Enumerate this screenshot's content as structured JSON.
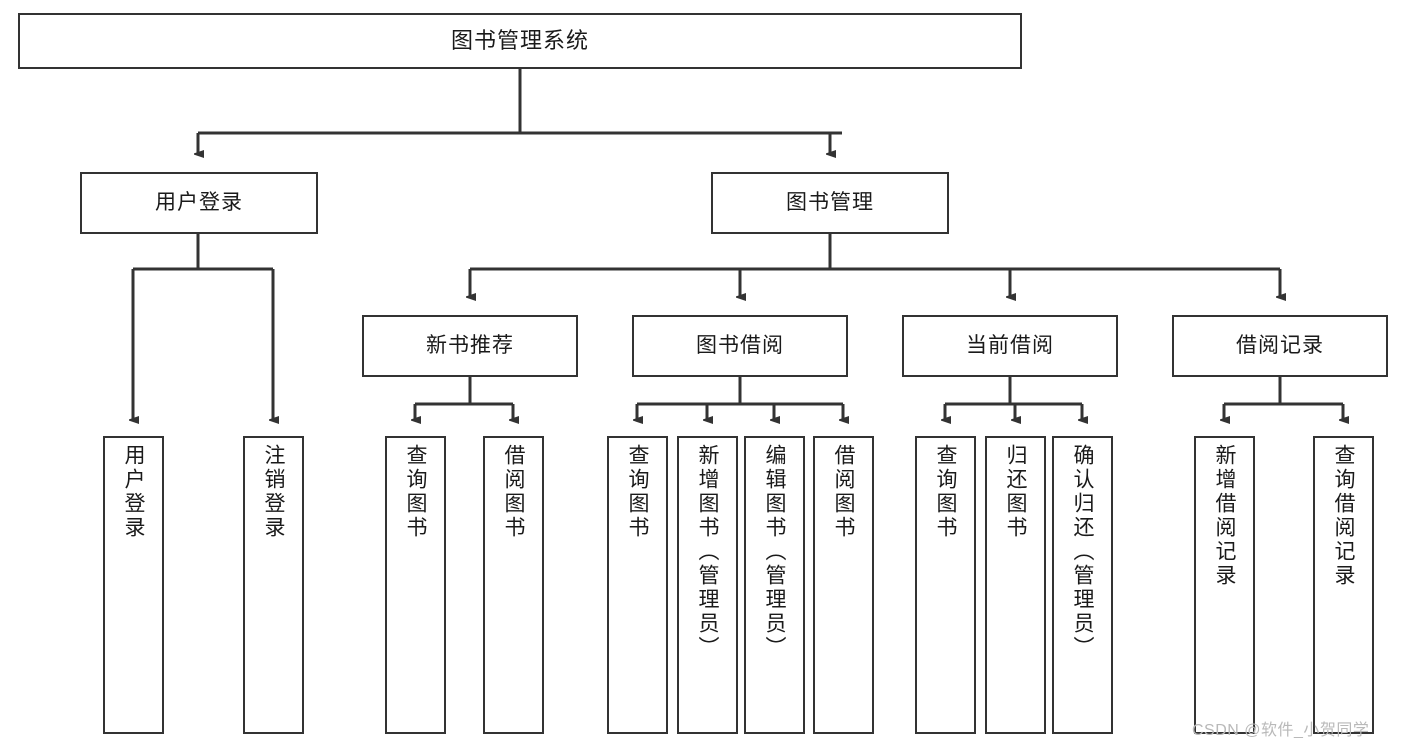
{
  "diagram": {
    "title": "图书管理系统",
    "type": "tree",
    "orientation": "top-down",
    "colors": {
      "box_border": "#333333",
      "box_fill": "#ffffff",
      "edge": "#333333",
      "text": "#1a1a1a",
      "watermark": "#b9b9b9",
      "background": "#ffffff"
    },
    "nodes": {
      "root": {
        "label": "图书管理系统",
        "level": 0
      },
      "level1": [
        {
          "id": "user-login",
          "label": "用户登录"
        },
        {
          "id": "book-manage",
          "label": "图书管理"
        }
      ],
      "level2": [
        {
          "id": "new-book-recommend",
          "label": "新书推荐",
          "parent": "book-manage"
        },
        {
          "id": "book-borrow",
          "label": "图书借阅",
          "parent": "book-manage"
        },
        {
          "id": "current-borrow",
          "label": "当前借阅",
          "parent": "book-manage"
        },
        {
          "id": "borrow-record",
          "label": "借阅记录",
          "parent": "book-manage"
        }
      ],
      "leaves": [
        {
          "id": "leaf-user-login",
          "label": "用户登录",
          "parent": "user-login"
        },
        {
          "id": "leaf-logout-login",
          "label": "注销登录",
          "parent": "user-login"
        },
        {
          "id": "leaf-query-book-1",
          "label": "查询图书",
          "parent": "new-book-recommend"
        },
        {
          "id": "leaf-borrow-book-1",
          "label": "借阅图书",
          "parent": "new-book-recommend"
        },
        {
          "id": "leaf-query-book-2",
          "label": "查询图书",
          "parent": "book-borrow"
        },
        {
          "id": "leaf-add-book",
          "label": "新增图书（管理员）",
          "parent": "book-borrow"
        },
        {
          "id": "leaf-edit-book",
          "label": "编辑图书（管理员）",
          "parent": "book-borrow"
        },
        {
          "id": "leaf-borrow-book-2",
          "label": "借阅图书",
          "parent": "book-borrow"
        },
        {
          "id": "leaf-query-book-3",
          "label": "查询图书",
          "parent": "current-borrow"
        },
        {
          "id": "leaf-return-book",
          "label": "归还图书",
          "parent": "current-borrow"
        },
        {
          "id": "leaf-confirm-return",
          "label": "确认归还（管理员）",
          "parent": "current-borrow"
        },
        {
          "id": "leaf-add-record",
          "label": "新增借阅记录",
          "parent": "borrow-record"
        },
        {
          "id": "leaf-query-record",
          "label": "查询借阅记录",
          "parent": "borrow-record"
        }
      ]
    }
  },
  "watermark": {
    "text": "CSDN @软件_小贺同学"
  }
}
